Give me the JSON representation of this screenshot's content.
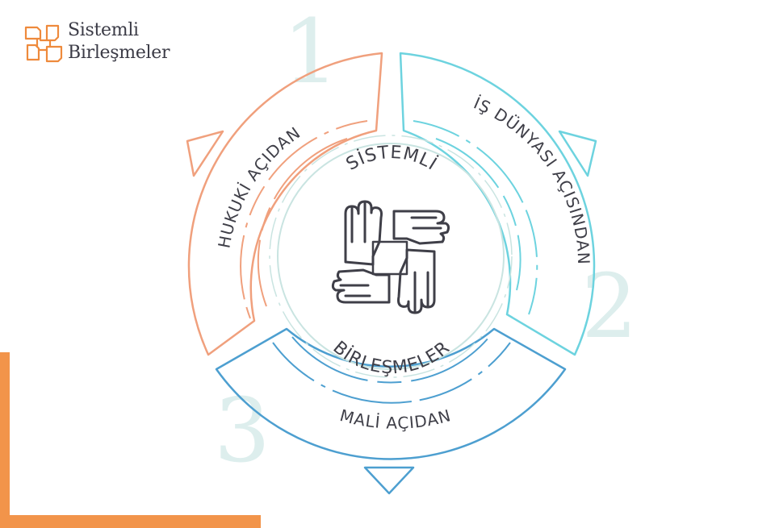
{
  "logo": {
    "line1": "Sistemli",
    "line2": "Birleşmeler",
    "mark": "hands-icon"
  },
  "diagram": {
    "center_top": "SİSTEMLİ",
    "center_bottom": "BİRLEŞMELER",
    "center_icon": "four-hands-icon",
    "segments": [
      {
        "number": "1",
        "label": "HUKUKİ AÇIDAN",
        "color": "#f0a07d"
      },
      {
        "number": "2",
        "label": "İŞ DÜNYASI AÇISINDAN",
        "color": "#6dd3df"
      },
      {
        "number": "3",
        "label": "MALİ AÇIDAN",
        "color": "#4d9fd0"
      }
    ]
  },
  "colors": {
    "accent": "#f2944a",
    "inner_ring": "#c9e4e1",
    "text": "#3f3f48"
  }
}
